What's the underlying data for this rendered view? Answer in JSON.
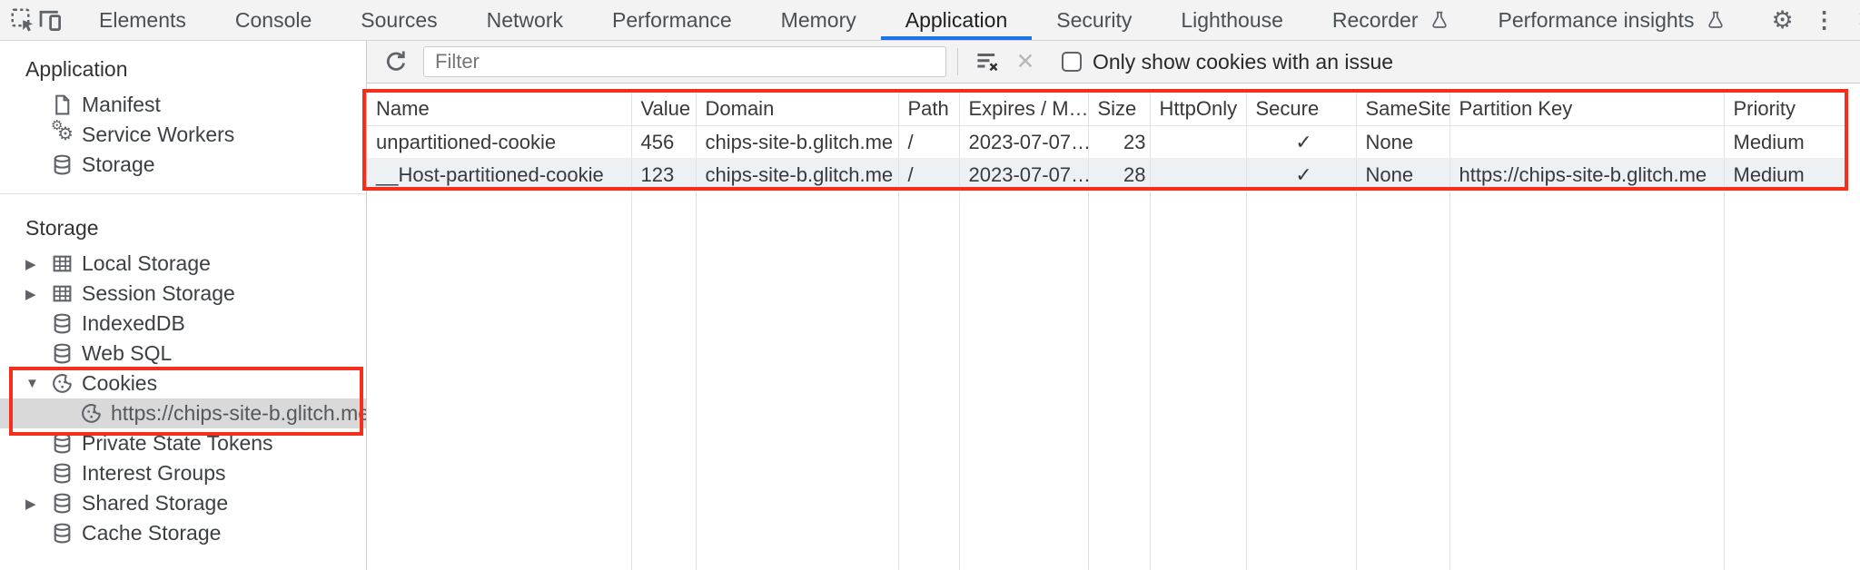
{
  "tabs": [
    {
      "label": "Elements"
    },
    {
      "label": "Console"
    },
    {
      "label": "Sources"
    },
    {
      "label": "Network"
    },
    {
      "label": "Performance"
    },
    {
      "label": "Memory"
    },
    {
      "label": "Application",
      "selected": true
    },
    {
      "label": "Security"
    },
    {
      "label": "Lighthouse"
    },
    {
      "label": "Recorder",
      "experimental": true
    },
    {
      "label": "Performance insights",
      "experimental": true
    }
  ],
  "icons": {
    "collapsed": "▶",
    "expanded": "▼",
    "gear": "⚙",
    "dots": "⋮",
    "close": "✕"
  },
  "sidebar": {
    "app_section_title": "Application",
    "app_items": [
      {
        "label": "Manifest",
        "icon": "manifest-file-icon"
      },
      {
        "label": "Service Workers",
        "icon": "service-workers-gears-icon"
      },
      {
        "label": "Storage",
        "icon": "database-icon"
      }
    ],
    "storage_section_title": "Storage",
    "storage_items": [
      {
        "label": "Local Storage",
        "icon": "table-grid-icon",
        "twisty": "collapsed"
      },
      {
        "label": "Session Storage",
        "icon": "table-grid-icon",
        "twisty": "collapsed"
      },
      {
        "label": "IndexedDB",
        "icon": "database-icon"
      },
      {
        "label": "Web SQL",
        "icon": "database-icon"
      },
      {
        "label": "Cookies",
        "icon": "cookie-icon",
        "twisty": "expanded"
      },
      {
        "label": "https://chips-site-b.glitch.me",
        "icon": "cookie-icon",
        "nested": true,
        "selected": true
      },
      {
        "label": "Private State Tokens",
        "icon": "database-icon"
      },
      {
        "label": "Interest Groups",
        "icon": "database-icon"
      },
      {
        "label": "Shared Storage",
        "icon": "database-icon",
        "twisty": "collapsed"
      },
      {
        "label": "Cache Storage",
        "icon": "database-icon"
      }
    ]
  },
  "toolbar": {
    "filter_placeholder": "Filter",
    "filter_value": "",
    "only_show_label": "Only show cookies with an issue",
    "checkbox_checked": false
  },
  "table": {
    "columns": [
      "Name",
      "Value",
      "Domain",
      "Path",
      "Expires / M…",
      "Size",
      "HttpOnly",
      "Secure",
      "SameSite",
      "Partition Key",
      "Priority"
    ],
    "rows": [
      {
        "name": "unpartitioned-cookie",
        "value": "456",
        "domain": "chips-site-b.glitch.me",
        "path": "/",
        "expires": "2023-07-07…",
        "size": "23",
        "http_only": "",
        "secure": "✓",
        "same_site": "None",
        "partition_key": "",
        "priority": "Medium"
      },
      {
        "name": "__Host-partitioned-cookie",
        "value": "123",
        "domain": "chips-site-b.glitch.me",
        "path": "/",
        "expires": "2023-07-07…",
        "size": "28",
        "http_only": "",
        "secure": "✓",
        "same_site": "None",
        "partition_key": "https://chips-site-b.glitch.me",
        "priority": "Medium"
      }
    ]
  },
  "colors": {
    "accent_blue": "#1a73e8",
    "annotation_red": "#f4301c",
    "toolbar_gray": "#f3f3f3",
    "selected_item_gray": "#d9d9d9",
    "alt_row": "#eef1f4",
    "icon_gray": "#5f6368"
  }
}
